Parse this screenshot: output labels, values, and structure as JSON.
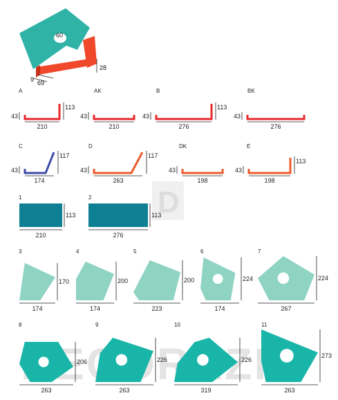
{
  "chart_data": {
    "type": "table",
    "hero": {
      "hole_label": "60",
      "height_label": "28",
      "depth_label_a": "9",
      "depth_label_b": "69"
    },
    "profiles": [
      {
        "code": "A",
        "width": "210",
        "left_height": "43",
        "right_height": "113"
      },
      {
        "code": "AK",
        "width": "210",
        "left_height": "43",
        "right_height": ""
      },
      {
        "code": "B",
        "width": "276",
        "left_height": "43",
        "right_height": "113"
      },
      {
        "code": "BK",
        "width": "276",
        "left_height": "43",
        "right_height": ""
      },
      {
        "code": "C",
        "width": "174",
        "left_height": "43",
        "right_height": "117"
      },
      {
        "code": "D",
        "width": "263",
        "left_height": "43",
        "right_height": "117"
      },
      {
        "code": "DK",
        "width": "198",
        "left_height": "43",
        "right_height": ""
      },
      {
        "code": "E",
        "width": "198",
        "left_height": "43",
        "right_height": "113"
      }
    ],
    "tops": [
      {
        "code": "1",
        "width": "210",
        "height": "113"
      },
      {
        "code": "2",
        "width": "276",
        "height": "113"
      },
      {
        "code": "3",
        "width": "174",
        "height": "170"
      },
      {
        "code": "4",
        "width": "174",
        "height": "200"
      },
      {
        "code": "5",
        "width": "223",
        "height": "200"
      },
      {
        "code": "6",
        "width": "174",
        "height": "224"
      },
      {
        "code": "7",
        "width": "267",
        "height": "224"
      },
      {
        "code": "8",
        "width": "263",
        "height": "206"
      },
      {
        "code": "9",
        "width": "263",
        "height": "226"
      },
      {
        "code": "10",
        "width": "319",
        "height": "226"
      },
      {
        "code": "11",
        "width": "263",
        "height": "273"
      }
    ]
  },
  "colors": {
    "red": "#e8282b",
    "orange": "#ec5a2c",
    "blue": "#3b4aa6",
    "petrol": "#0f7f93",
    "mint": "#8fd3c3",
    "teal": "#1ab5a9",
    "hero_teal": "#2fb3a6",
    "hero_red": "#f0482b"
  },
  "watermark": {
    "letter": "D",
    "text": "DECORAZIO"
  }
}
